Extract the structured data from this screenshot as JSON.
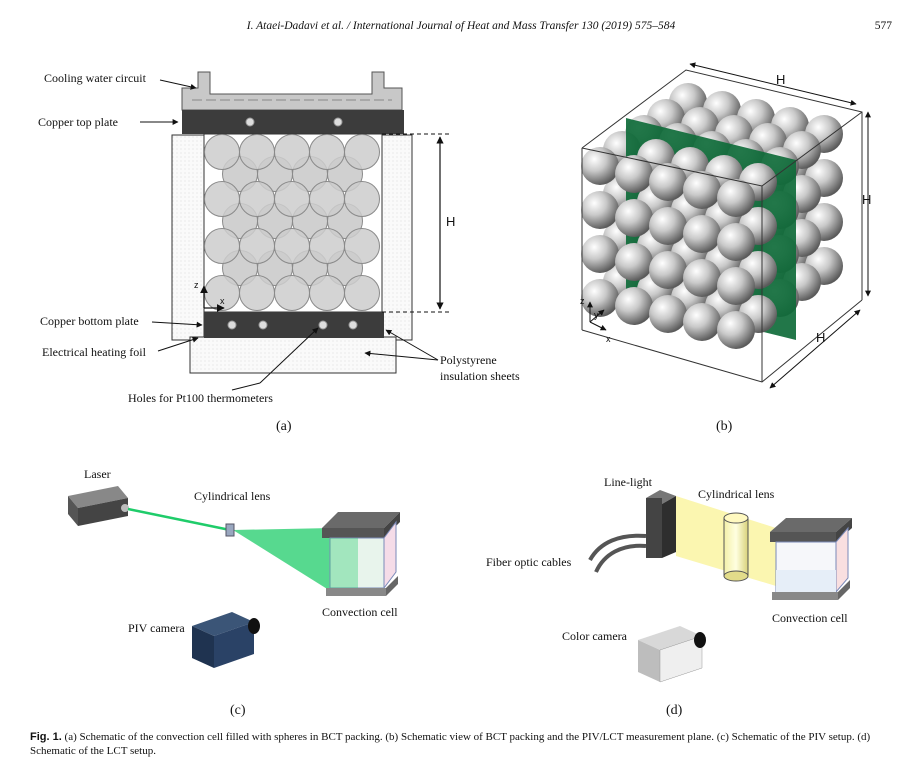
{
  "header": {
    "running_head": "I. Ataei-Dadavi et al. / International Journal of Heat and Mass Transfer 130 (2019) 575–584",
    "page_number": "577"
  },
  "panel_a": {
    "labels": {
      "cooling": "Cooling water circuit",
      "top_plate": "Copper top plate",
      "bottom_plate": "Copper bottom plate",
      "heating": "Electrical heating foil",
      "holes": "Holes for Pt100 thermometers",
      "polystyrene_1": "Polystyrene",
      "polystyrene_2": "insulation sheets",
      "height": "H",
      "axis_z": "z",
      "axis_x": "x"
    },
    "sublabel": "(a)"
  },
  "panel_b": {
    "labels": {
      "h_top": "H",
      "h_right": "H",
      "h_bottom": "H",
      "axis_z": "z",
      "axis_y": "y",
      "axis_x": "x"
    },
    "sublabel": "(b)",
    "plane_color": "#0f6b3a"
  },
  "panel_c": {
    "labels": {
      "laser": "Laser",
      "lens": "Cylindrical  lens",
      "cell": "Convection cell",
      "camera": "PIV camera"
    },
    "sublabel": "(c)",
    "beam_color": "#1fcc6a"
  },
  "panel_d": {
    "labels": {
      "line_light": "Line-light",
      "lens": "Cylindrical  lens",
      "fiber": "Fiber optic cables",
      "camera": "Color camera",
      "cell": "Convection cell"
    },
    "sublabel": "(d)",
    "light_color": "#fbf6b0"
  },
  "caption": {
    "label": "Fig. 1.",
    "text": " (a) Schematic of the convection cell filled with spheres in BCT packing. (b) Schematic view of BCT packing and the PIV/LCT measurement plane. (c) Schematic of the PIV setup. (d) Schematic of the LCT setup."
  }
}
